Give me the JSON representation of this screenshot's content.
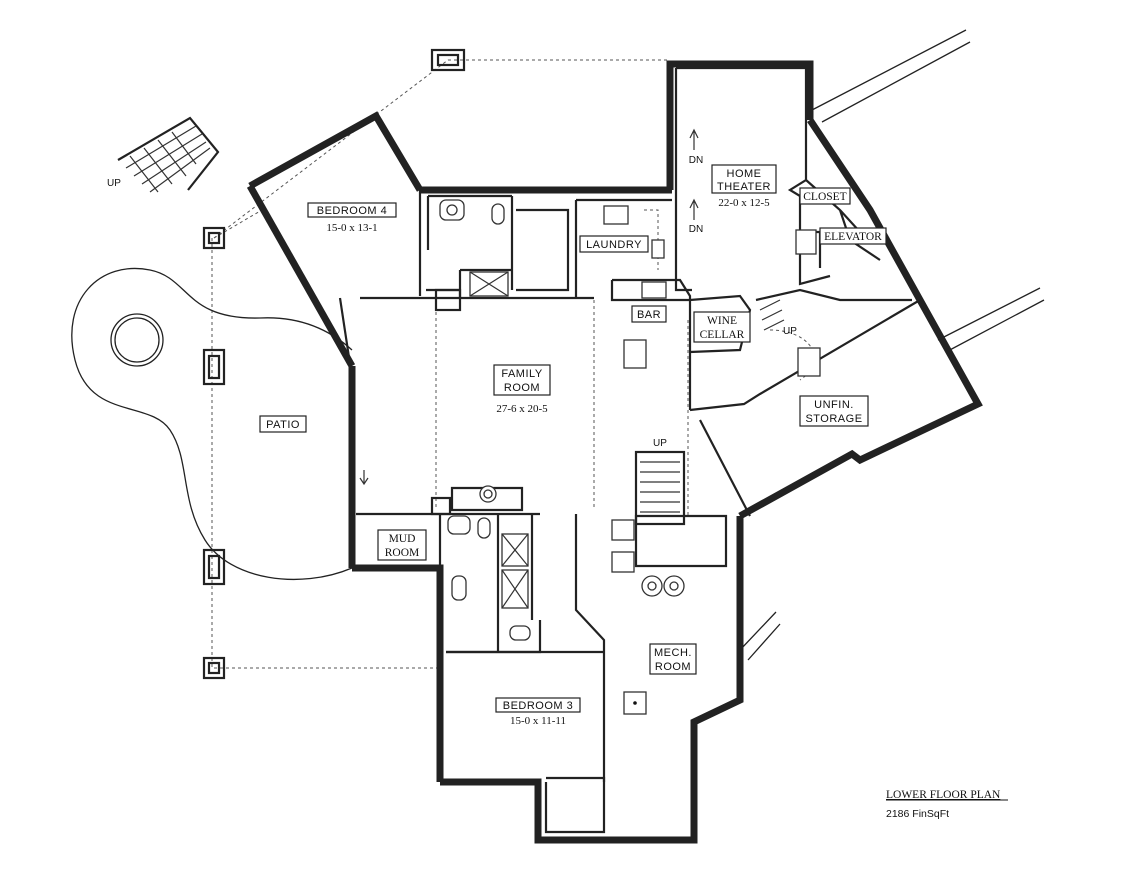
{
  "plan": {
    "title": "LOWER FLOOR PLAN",
    "area": "2186 FinSqFt"
  },
  "rooms": {
    "bedroom4": {
      "name": "BEDROOM 4",
      "dims": "15-0 x 13-1"
    },
    "laundry": {
      "name": "LAUNDRY"
    },
    "home_theater": {
      "name_line1": "HOME",
      "name_line2": "THEATER",
      "dims": "22-0 x 12-5"
    },
    "closet": {
      "name": "CLOSET"
    },
    "elevator": {
      "name": "ELEVATOR"
    },
    "bar": {
      "name": "BAR"
    },
    "wine_cellar": {
      "name_line1": "WINE",
      "name_line2": "CELLAR"
    },
    "family_room": {
      "name_line1": "FAMILY",
      "name_line2": "ROOM",
      "dims": "27-6 x 20-5"
    },
    "unfin_storage": {
      "name_line1": "UNFIN.",
      "name_line2": "STORAGE"
    },
    "patio": {
      "name": "PATIO"
    },
    "mud_room": {
      "name_line1": "MUD",
      "name_line2": "ROOM"
    },
    "mech_room": {
      "name_line1": "MECH.",
      "name_line2": "ROOM"
    },
    "bedroom3": {
      "name": "BEDROOM 3",
      "dims": "15-0 x 11-11"
    }
  },
  "stairs": {
    "up_exterior": "UP",
    "dn_theater_top": "DN",
    "dn_theater_bottom": "DN",
    "up_wine": "UP",
    "up_family": "UP"
  }
}
